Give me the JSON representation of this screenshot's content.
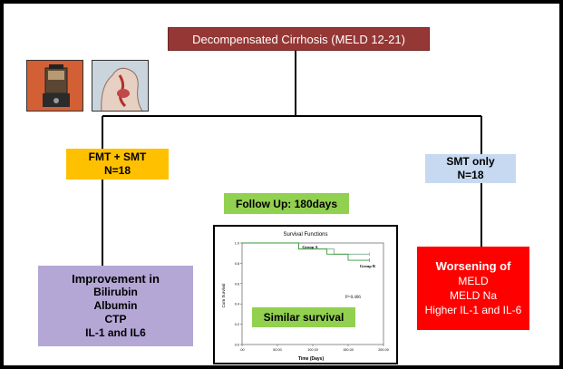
{
  "title": "Decompensated Cirrhosis (MELD 12-21)",
  "arm_fmt": {
    "line1": "FMT + SMT",
    "line2": "N=18"
  },
  "arm_smt": {
    "line1": "SMT only",
    "line2": "N=18"
  },
  "follow_up": "Follow Up: 180days",
  "improvement": {
    "heading": "Improvement in",
    "items": [
      "Bilirubin",
      "Albumin",
      "CTP",
      "IL-1 and IL6"
    ]
  },
  "worsening": {
    "heading": "Worsening of",
    "items": [
      "MELD",
      "MELD Na",
      "Higher IL-1 and IL-6"
    ]
  },
  "similar_survival": "Similar survival",
  "icons": [
    "blender-icon",
    "digestive-tract-icon"
  ],
  "colors": {
    "title": "#953735",
    "fmt": "#ffc000",
    "smt": "#c6d9f1",
    "follow_up": "#92d050",
    "improvement": "#b4a7d6",
    "worsening": "#ff0000"
  },
  "chart_data": {
    "type": "line",
    "title": "Survival Functions",
    "xlabel": "Time (Days)",
    "ylabel": "Cum Survival",
    "x_ticks": [
      ".00",
      "50.00",
      "100.00",
      "150.00",
      "200.00"
    ],
    "y_ticks": [
      "0.0",
      "0.2",
      "0.4",
      "0.6",
      "0.8",
      "1.0"
    ],
    "xlim": [
      0,
      200
    ],
    "ylim": [
      0,
      1
    ],
    "annotation": "P=0.406",
    "series": [
      {
        "name": "Group A",
        "x": [
          0,
          80,
          80,
          130,
          130,
          180
        ],
        "y": [
          1.0,
          1.0,
          0.94,
          0.94,
          0.89,
          0.89
        ]
      },
      {
        "name": "Group B",
        "x": [
          0,
          80,
          80,
          120,
          120,
          150,
          150,
          180
        ],
        "y": [
          1.0,
          1.0,
          0.94,
          0.94,
          0.89,
          0.89,
          0.83,
          0.83
        ]
      }
    ],
    "series_colors": [
      "#7aa88f",
      "#3a9a3a"
    ]
  }
}
